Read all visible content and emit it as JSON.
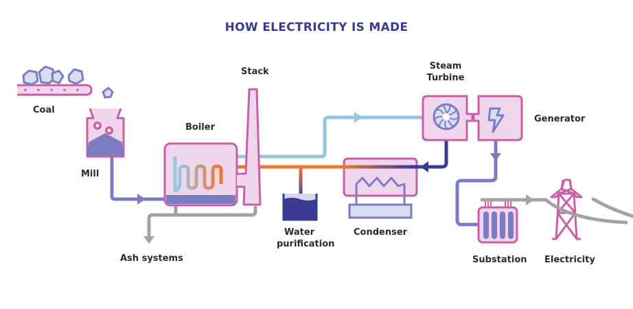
{
  "title": "HOW ELECTRICITY IS MADE",
  "colors": {
    "title": "#3a3c8c",
    "outline": "#c95fa6",
    "fill": "#efd6ec",
    "coal_fill": "#dadcef",
    "coal_stroke": "#7b7dc2",
    "feed_line": "#7b7dc2",
    "steam_line": "#98c5dc",
    "hot_line": "#f0772f",
    "return_line": "#3b3b94",
    "ash_line": "#a3a3a6",
    "water": "#3b3b94",
    "water_light": "#d6d7ea",
    "label_text": "#2b2b2b"
  },
  "labels": {
    "coal": "Coal",
    "mill": "Mill",
    "boiler": "Boiler",
    "stack": "Stack",
    "ash_systems": "Ash systems",
    "water_purification_line1": "Water",
    "water_purification_line2": "purification",
    "condenser": "Condenser",
    "steam_turbine_line1": "Steam",
    "steam_turbine_line2": "Turbine",
    "generator": "Generator",
    "substation": "Substation",
    "electricity": "Electricity"
  },
  "icons": {
    "coal": "coal-lumps-icon",
    "conveyor": "conveyor-belt-icon",
    "mill": "mill-gears-icon",
    "boiler": "boiler-coil-icon",
    "stack": "smokestack-icon",
    "water": "water-tank-icon",
    "condenser": "condenser-icon",
    "turbine": "turbine-fan-icon",
    "generator": "lightning-bolt-icon",
    "substation": "transformer-icon",
    "tower": "transmission-tower-icon"
  }
}
